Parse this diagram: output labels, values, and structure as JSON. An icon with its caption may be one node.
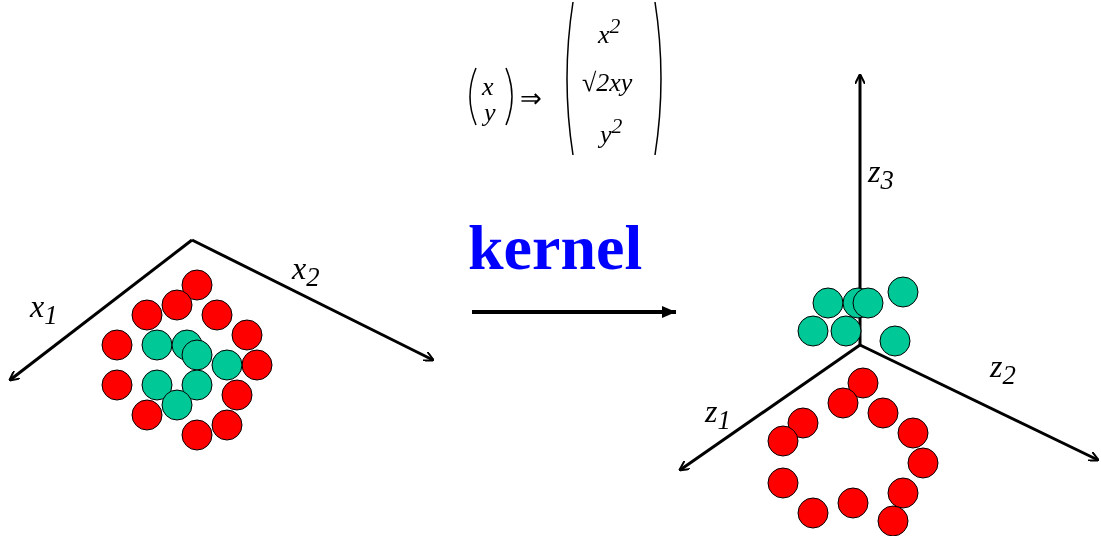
{
  "diagram": {
    "nodes": [
      {
        "text": [],
        "shape": "picture"
      },
      {
        "text": [],
        "shape": "picture"
      }
    ],
    "edges": [
      {
        "from": 0,
        "to": 1,
        "arrow": "to",
        "label": "kernel"
      }
    ],
    "labels": [
      "x",
      "x$^{2}$",
      "√2xy",
      "y",
      "⇒",
      "y$^{2}$",
      "z$_{3}$",
      "x$_{2}$",
      "x$_{1}$",
      "z$_{2}$",
      "z$_{1}$"
    ]
  }
}
